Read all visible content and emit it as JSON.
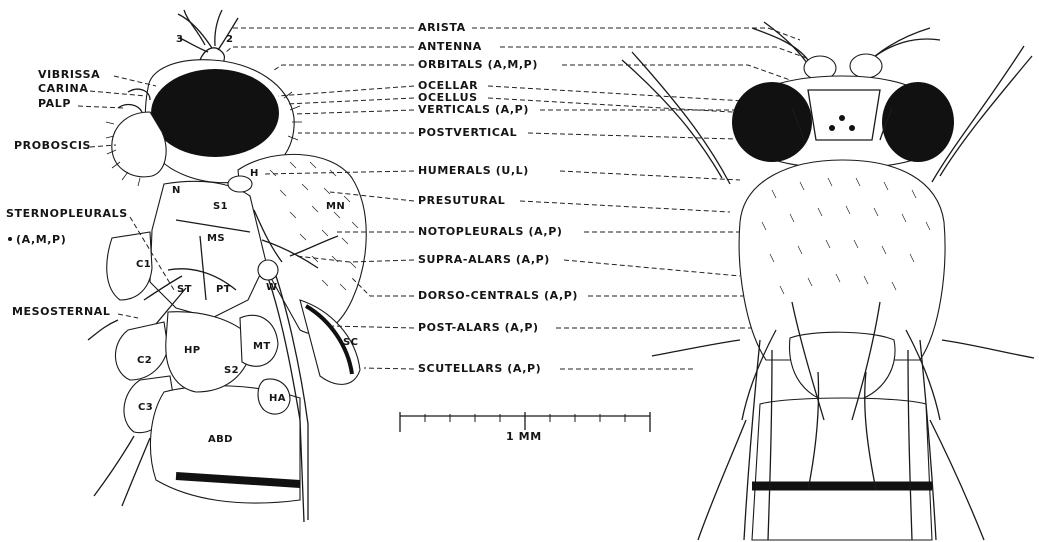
{
  "labels": {
    "arista": "ARISTA",
    "antenna": "ANTENNA",
    "orbitals": "ORBITALS (A,M,P)",
    "ocellar": "OCELLAR",
    "ocellus": "OCELLUS",
    "verticals": "VERTICALS (A,P)",
    "postvertical": "POSTVERTICAL",
    "humerals": "HUMERALS (U,L)",
    "presutural": "PRESUTURAL",
    "notopleurals": "NOTOPLEURALS (A,P)",
    "supra_alars": "SUPRA-ALARS (A,P)",
    "dorso_centrals": "DORSO-CENTRALS (A,P)",
    "post_alars": "POST-ALARS (A,P)",
    "scutellars": "SCUTELLARS (A,P)",
    "vibrissa": "VIBRISSA",
    "carina": "CARINA",
    "palp": "PALP",
    "proboscis": "PROBOSCIS",
    "sternopleurals": "STERNOPLEURALS",
    "sternopleurals_sub": "(A,M,P)",
    "mesosternal": "MESOSTERNAL",
    "scale": "1 MM"
  },
  "parts": {
    "seg3": "3",
    "seg2": "2",
    "n": "N",
    "h": "H",
    "s1": "S1",
    "ms": "MS",
    "mn": "MN",
    "c1": "C1",
    "st": "ST",
    "pt": "PT",
    "w": "W",
    "hp": "HP",
    "mt": "MT",
    "c2": "C2",
    "s2": "S2",
    "sc": "SC",
    "c3": "C3",
    "ha": "HA",
    "abd": "ABD"
  },
  "colors": {
    "ink": "#151515",
    "background": "#ffffff"
  }
}
